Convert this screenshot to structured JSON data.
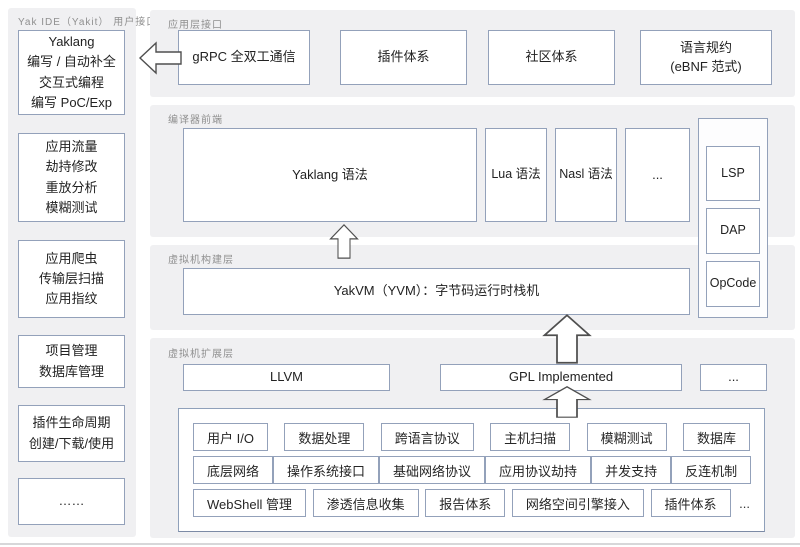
{
  "colors": {
    "panel_bg": "#f0f0f2",
    "node_border": "#93a1ba",
    "label_text": "#8f8f8f",
    "arrow_stroke": "#4f4f4f"
  },
  "sidebar": {
    "title": "Yak IDE（Yakit） 用户接口",
    "boxes": [
      "Yaklang\n编写 / 自动补全\n交互式编程\n编写 PoC/Exp",
      "应用流量\n劫持修改\n重放分析\n模糊测试",
      "应用爬虫\n传输层扫描\n应用指纹",
      "项目管理\n数据库管理",
      "插件生命周期\n创建/下载/使用",
      "……"
    ]
  },
  "app_layer": {
    "label": "应用层接口",
    "boxes": [
      "gRPC 全双工通信",
      "插件体系",
      "社区体系",
      "语言规约\n(eBNF 范式)"
    ]
  },
  "compiler": {
    "label": "编译器前端",
    "boxes": [
      "Yaklang 语法",
      "Lua 语法",
      "Nasl 语法",
      "..."
    ]
  },
  "protocol_stack": {
    "items": [
      "LSP",
      "DAP",
      "OpCode"
    ]
  },
  "vm_build": {
    "label": "虚拟机构建层",
    "box": "YakVM（YVM）：字节码运行时栈机"
  },
  "vm_ext": {
    "label": "虚拟机扩展层",
    "boxes": [
      "LLVM",
      "GPL Implemented",
      "..."
    ],
    "grid": {
      "rows": [
        [
          "用户 I/O",
          "数据处理",
          "跨语言协议",
          "主机扫描",
          "模糊测试",
          "数据库"
        ],
        [
          "底层网络",
          "操作系统接口",
          "基础网络协议",
          "应用协议劫持",
          "并发支持",
          "反连机制"
        ],
        [
          "WebShell 管理",
          "渗透信息收集",
          "报告体系",
          "网络空间引擎接入",
          "插件体系"
        ]
      ],
      "more": "..."
    }
  }
}
